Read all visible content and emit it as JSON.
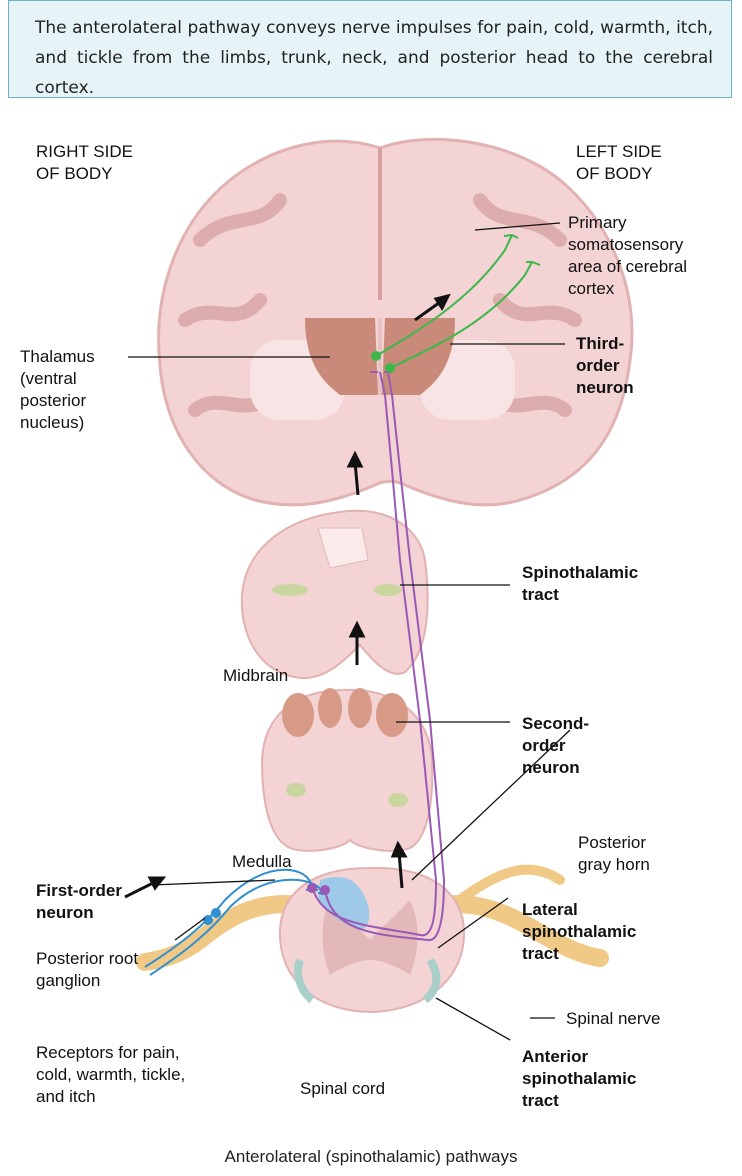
{
  "intro": "The anterolateral pathway conveys nerve impulses for pain, cold, warmth, itch, and tickle from the limbs, trunk, neck, and posterior head to the cerebral cortex.",
  "labels": {
    "right_side": "RIGHT SIDE\nOF BODY",
    "left_side": "LEFT SIDE\nOF BODY",
    "primary_somatosensory": "Primary\nsomatosensory\narea of cerebral\ncortex",
    "thalamus": "Thalamus\n(ventral\nposterior\nnucleus)",
    "third_order": "Third-\norder\nneuron",
    "spinothalamic": "Spinothalamic\ntract",
    "midbrain": "Midbrain",
    "second_order": "Second-\norder\nneuron",
    "posterior_gray_horn": "Posterior\ngray horn",
    "medulla": "Medulla",
    "first_order": "First-order\nneuron",
    "lateral_spinothalamic": "Lateral\nspinothalamic\ntract",
    "posterior_root_ganglion": "Posterior root\nganglion",
    "spinal_nerve": "Spinal nerve",
    "receptors": "Receptors for pain,\ncold, warmth, tickle,\nand itch",
    "spinal_cord": "Spinal cord",
    "anterior_spinothalamic": "Anterior\nspinothalamic\ntract"
  },
  "caption": "Anterolateral (spinothalamic) pathways",
  "colors": {
    "first_order": "#2f8fd0",
    "second_order": "#9b59b6",
    "third_order": "#3cb84a",
    "tissue": "#f3d3d3",
    "gray_matter": "#e3b8b8",
    "thalamus": "#c98a7a",
    "posterior_horn": "#9fc9e8",
    "nerve": "#f0c987"
  }
}
